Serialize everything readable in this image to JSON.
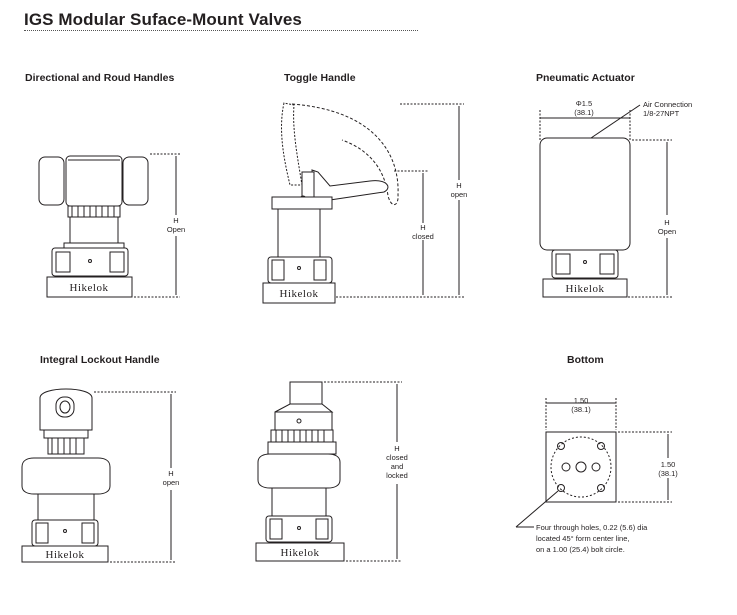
{
  "page": {
    "title": "IGS Modular Suface-Mount Valves"
  },
  "sections": {
    "directional": "Directional and Roud Handles",
    "toggle": "Toggle Handle",
    "pneumatic": "Pneumatic Actuator",
    "lockout": "Integral Lockout Handle",
    "bottom": "Bottom"
  },
  "brand": "Hikelok",
  "dims": {
    "h_label": "H",
    "open": "Open",
    "open_lc": "open",
    "closed": "closed",
    "and": "and",
    "locked": "locked",
    "phi_dia": "Φ1.5",
    "dia_mm": "(38.1)",
    "air_connection": "Air Connection",
    "air_thread": "1/8-27NPT",
    "w150": "1.50",
    "w381": "(38.1)"
  },
  "bottom_note": {
    "line1": "Four through holes, 0.22 (5.6) dia",
    "line2": "located 45° form center line,",
    "line3": "on a 1.00 (25.4) bolt circle."
  }
}
